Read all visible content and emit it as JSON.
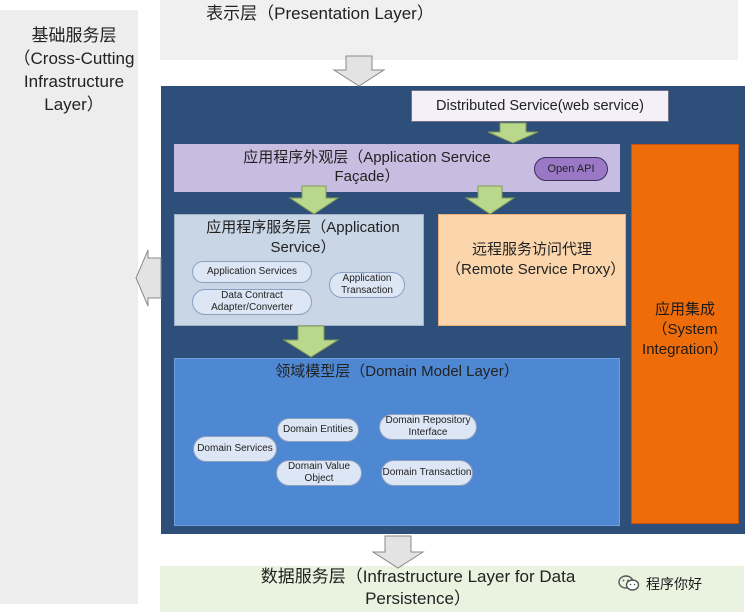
{
  "presentation": {
    "label": "表示层（Presentation Layer）"
  },
  "crosscutting": {
    "label": "基础服务层（Cross-Cutting Infrastructure Layer）"
  },
  "distributed_service": {
    "label": "Distributed Service(web service)"
  },
  "facade": {
    "label": "应用程序外观层（Application Service Façade）",
    "open_api": "Open API"
  },
  "app_service": {
    "label": "应用程序服务层（Application Service）",
    "pills": [
      "Application Services",
      "Data Contract Adapter/Converter",
      "Application Transaction"
    ]
  },
  "remote_proxy": {
    "label": "远程服务访问代理（Remote Service Proxy）"
  },
  "system_integration": {
    "label": "应用集成（System Integration）"
  },
  "domain_model": {
    "label": "领域模型层（Domain Model Layer）",
    "pills": [
      "Domain Services",
      "Domain Entities",
      "Domain Repository Interface",
      "Domain Value Object",
      "Domain Transaction"
    ]
  },
  "data_infra": {
    "label": "数据服务层（Infrastructure Layer for Data Persistence）"
  },
  "watermark": {
    "label": "程序你好"
  },
  "colors": {
    "panel": "#2d4f79",
    "facade": "#c8bde0",
    "app_service": "#c8d6e6",
    "remote_proxy": "#fbd6ad",
    "system_integration": "#ef6c0a",
    "domain_model": "#4f88d2",
    "green_arrow": "#b9d88c",
    "grey_arrow": "#e0e0e0"
  }
}
